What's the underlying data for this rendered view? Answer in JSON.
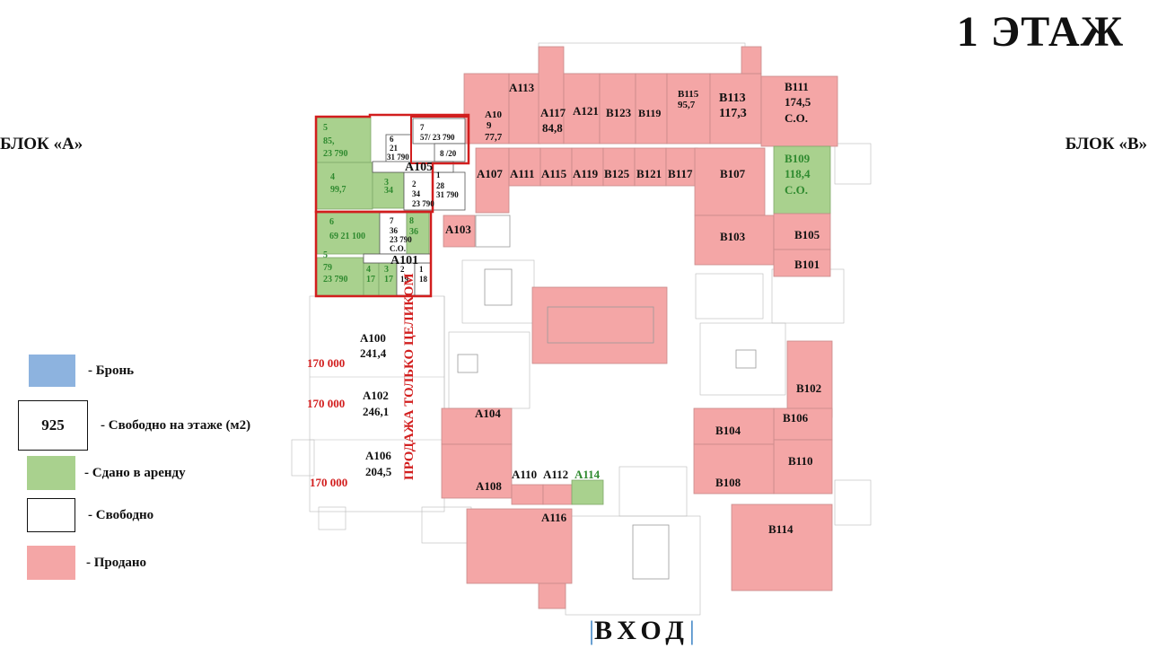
{
  "title": "1 ЭТАЖ",
  "blocks": {
    "a": "БЛОК «А»",
    "b": "БЛОК «В»"
  },
  "legend": {
    "bron": "- Бронь",
    "free_total_value": "925",
    "free_total_label": "- Свободно на этаже (м2)",
    "rented": "- Сдано в аренду",
    "free": "- Свободно",
    "sold": "- Продано"
  },
  "entrance": "ВХОД",
  "vertical_note": "ПРОДАЖА ТОЛЬКО ЦЕЛИКОМ",
  "prices": [
    "170 000",
    "170 000",
    "170 000"
  ],
  "colors": {
    "sold": "#f4a6a6",
    "rented": "#a9d18e",
    "bron": "#8db3df",
    "outline": "#d21e1e"
  },
  "rooms": {
    "a113": "А113",
    "a117": "А117",
    "a117_area": "84,8",
    "a121": "А121",
    "a10x": "А10",
    "a10x_n": "9",
    "a10x_area": "77,7",
    "b123": "В123",
    "b119": "В119",
    "b115": "В115",
    "b115_area": "95,7",
    "b113": "В113",
    "b113_area": "117,3",
    "b111": "В111",
    "b111_area": "174,5",
    "b111_note": "С.О.",
    "a107": "А107",
    "a111": "А111",
    "a115": "А115",
    "a119": "А119",
    "b125": "В125",
    "b121": "В121",
    "b117": "В117",
    "b107": "В107",
    "b109": "В109",
    "b109_area": "118,4",
    "b109_note": "С.О.",
    "a103": "А103",
    "b103": "В103",
    "b105": "В105",
    "b101": "В101",
    "a105": "А105",
    "a101": "А101",
    "a100": "А100",
    "a100_area": "241,4",
    "a102": "А102",
    "a102_area": "246,1",
    "a106": "А106",
    "a106_area": "204,5",
    "a104": "А104",
    "a108": "А108",
    "a110": "А110",
    "a112": "А112",
    "a114": "А114",
    "a116": "А116",
    "b102": "В102",
    "b106": "В106",
    "b104": "В104",
    "b110": "В110",
    "b108": "В108",
    "b114": "В114"
  },
  "block_a_cells": {
    "c1_n": "5",
    "c1_area": "85,",
    "c1_price": "23 790",
    "c2_n": "6",
    "c2_area": "21",
    "c2_price": "31 790",
    "c3_n": "7",
    "c3_area": "57/ 23 790",
    "c4_area": "8 /20",
    "c5_n": "4",
    "c5_area": "99,7",
    "c6_n": "3",
    "c6_area": "34",
    "c7_n": "2",
    "c7_area": "34",
    "c7_price": "23 790",
    "c8_n": "1",
    "c8_area": "28",
    "c8_price": "31 790",
    "c9_n": "6",
    "c9_area": "69 21 100",
    "c10_n": "7",
    "c10_area": "36",
    "c10_price": "23 790",
    "c10_note": "С.О.",
    "c11_n": "8",
    "c11_area": "36",
    "c12_n": "5",
    "c12_area": "79",
    "c12_price": "23 790",
    "c13_n": "4",
    "c13_area": "17",
    "c14_n": "3",
    "c14_area": "17",
    "c15_n": "2",
    "c15_area": "19",
    "c16_n": "1",
    "c16_area": "18"
  }
}
